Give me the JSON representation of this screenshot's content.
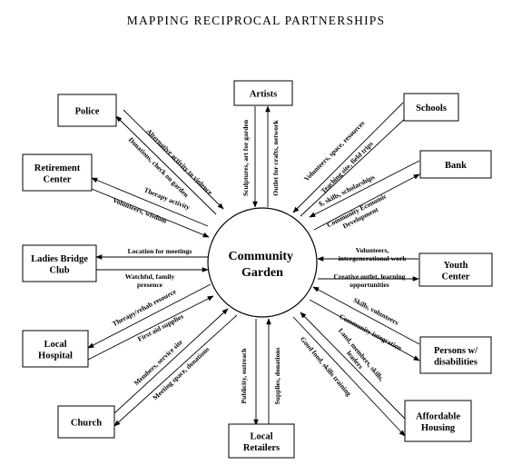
{
  "title": "MAPPING RECIPROCAL PARTNERSHIPS",
  "center": [
    "Community",
    "Garden"
  ],
  "partners": {
    "artists": [
      "Artists"
    ],
    "police": [
      "Police"
    ],
    "schools": [
      "Schools"
    ],
    "retirement": [
      "Retirement",
      "Center"
    ],
    "bank": [
      "Bank"
    ],
    "ladies": [
      "Ladies Bridge",
      "Club"
    ],
    "youth": [
      "Youth",
      "Center"
    ],
    "hospital": [
      "Local",
      "Hospital"
    ],
    "disabilities": [
      "Persons w/",
      "disabilities"
    ],
    "church": [
      "Church"
    ],
    "housing": [
      "Affordable",
      "Housing"
    ],
    "retailers": [
      "Local",
      "Retailers"
    ]
  },
  "labels": {
    "artists_to": [
      "Sculptures, art for garden"
    ],
    "artists_from": [
      "Outlet for crafts, network"
    ],
    "police_to": [
      "Alternative activity to violence"
    ],
    "police_from": [
      "Donations, check on garden"
    ],
    "schools_to": [
      "Volunteers, space, resources"
    ],
    "schools_from": [
      "Teaching site, field trips"
    ],
    "retirement_to": [
      "Therapy activity"
    ],
    "retirement_from": [
      "Volunteers, wisdom"
    ],
    "bank_to": [
      "$, skills, scholarships"
    ],
    "bank_from": [
      "Community Economic",
      "Development"
    ],
    "ladies_to": [
      "Location for meetings"
    ],
    "ladies_from": [
      "Watchful, family",
      "presence"
    ],
    "youth_to": [
      "Volunteers,",
      "intergenerational work"
    ],
    "youth_from": [
      "Creative outlet, learning",
      "opportunities"
    ],
    "hospital_to": [
      "Therapy/rehab resource"
    ],
    "hospital_from": [
      "First aid supplies"
    ],
    "disabilities_to": [
      "Skills, volunteers"
    ],
    "disabilities_from": [
      "Community integration"
    ],
    "church_to": [
      "Members, service site"
    ],
    "church_from": [
      "Meeting space, donations"
    ],
    "housing_to": [
      "Good food, skills training"
    ],
    "housing_from": [
      "Land, members, skills,",
      "leaders"
    ],
    "retailers_to": [
      "Publicity, outreach"
    ],
    "retailers_from": [
      "Supplies, donations"
    ]
  }
}
